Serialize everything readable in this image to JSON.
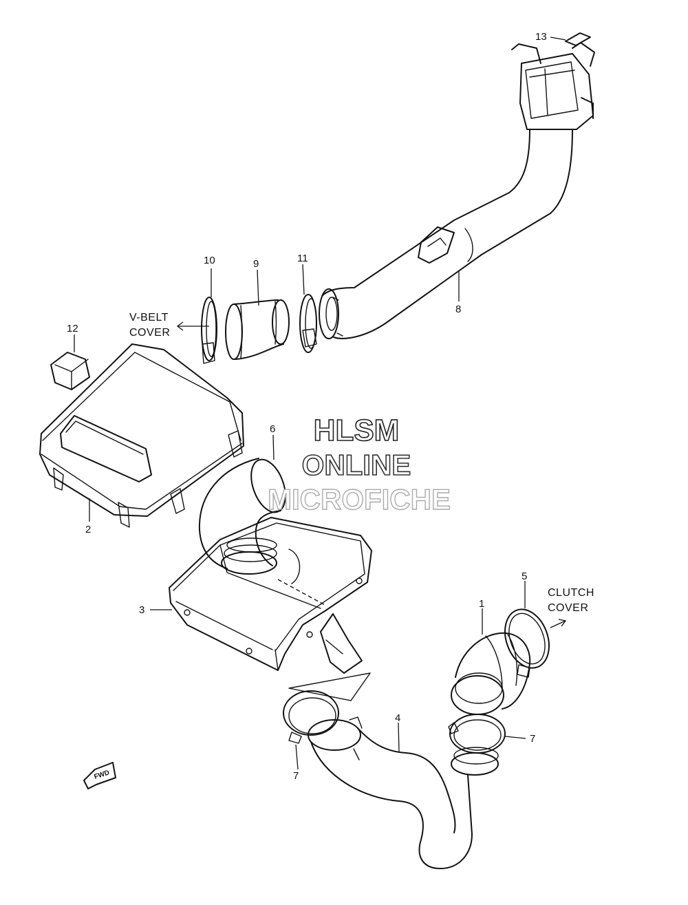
{
  "watermark": {
    "line1": "HLSM",
    "line2": "ONLINE",
    "line3": "MICROFICHE"
  },
  "notes": {
    "vbelt_line1": "V-BELT",
    "vbelt_line2": "COVER",
    "clutch_line1": "CLUTCH",
    "clutch_line2": "COVER"
  },
  "fwd_label": "FWD",
  "parts": [
    {
      "key": "p1",
      "label": "1"
    },
    {
      "key": "p2",
      "label": "2"
    },
    {
      "key": "p3",
      "label": "3"
    },
    {
      "key": "p4",
      "label": "4"
    },
    {
      "key": "p5",
      "label": "5"
    },
    {
      "key": "p6",
      "label": "6"
    },
    {
      "key": "p7a",
      "label": "7"
    },
    {
      "key": "p7b",
      "label": "7"
    },
    {
      "key": "p8",
      "label": "8"
    },
    {
      "key": "p9",
      "label": "9"
    },
    {
      "key": "p10",
      "label": "10"
    },
    {
      "key": "p11",
      "label": "11"
    },
    {
      "key": "p12",
      "label": "12"
    },
    {
      "key": "p13",
      "label": "13"
    }
  ]
}
